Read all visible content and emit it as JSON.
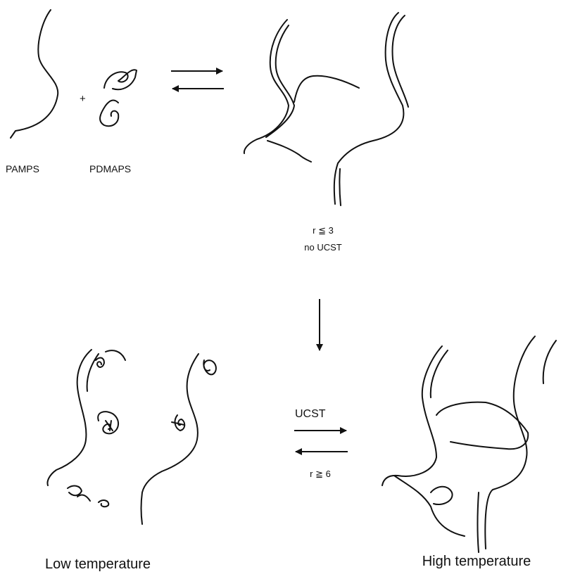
{
  "labels": {
    "pamps": "PAMPS",
    "pdmaps": "PDMAPS",
    "plus": "+",
    "ratio_low": "r ≦ 3",
    "no_ucst": "no UCST",
    "ucst": "UCST",
    "ratio_high": "r ≧ 6",
    "low_temperature": "Low temperature",
    "high_temperature": "High temperature"
  },
  "colors": {
    "ink": "#111111",
    "background": "#ffffff"
  }
}
